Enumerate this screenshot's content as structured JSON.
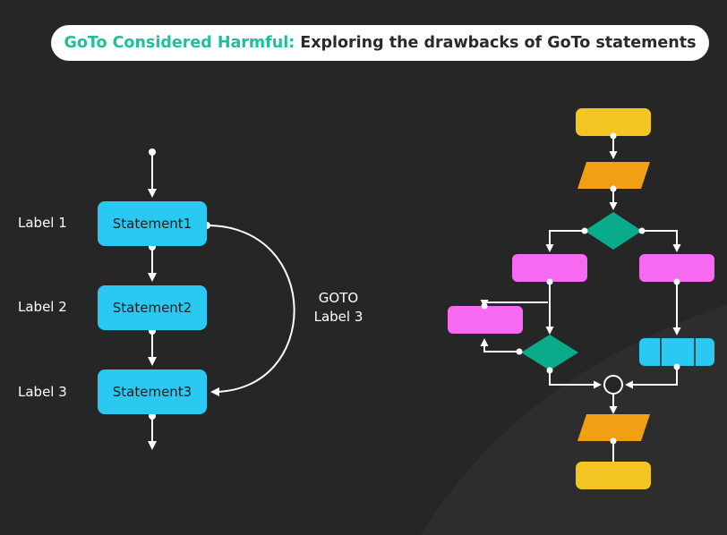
{
  "title": {
    "accent": "GoTo Considered Harmful:",
    "rest": "Exploring the drawbacks of GoTo statements"
  },
  "left_diagram": {
    "labels": [
      "Label 1",
      "Label 2",
      "Label 3"
    ],
    "statements": [
      "Statement1",
      "Statement2",
      "Statement3"
    ],
    "goto_line1": "GOTO",
    "goto_line2": "Label 3"
  },
  "colors": {
    "background": "#262626",
    "accent_green": "#1fbf98",
    "statement_blue": "#29c9f2",
    "yellow": "#f2c522",
    "orange": "#f0a012",
    "teal": "#0aab8a",
    "magenta": "#f56af0",
    "line": "#ffffff"
  }
}
